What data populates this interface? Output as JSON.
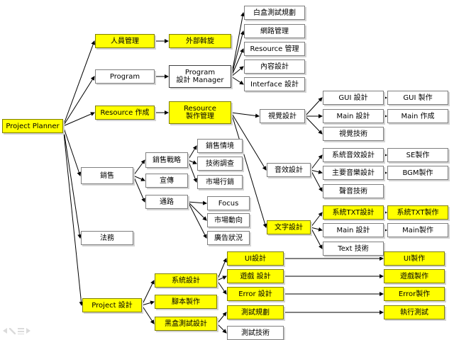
{
  "nodes": {
    "root": "Project Planner",
    "staff_mgmt": "人員管理",
    "outsourcing": "外部斡旋",
    "program": "Program",
    "program_design_manager": "Program\n設計 Manager",
    "white_box_test_plan": "白盒測試規劃",
    "network_mgmt": "網路管理",
    "resource_mgmt": "Resource 管理",
    "content_design": "內容設計",
    "interface_design": "Interface 設計",
    "resource_create": "Resource 作成",
    "resource_production_mgmt": "Resource\n製作管理",
    "visual_design": "視覺設計",
    "gui_design": "GUI 設計",
    "gui_production": "GUI 製作",
    "main_design_visual": "Main 設計",
    "main_create": "Main 作成",
    "visual_tech": "視覺技術",
    "sales": "銷售",
    "sales_strategy": "銷售戰略",
    "sales_info": "銷售情境",
    "tech_research": "技術調查",
    "market_sales": "市場行銷",
    "promotion": "宣傳",
    "channels": "通路",
    "focus": "Focus",
    "market_trends": "市場動向",
    "ad_status": "廣告狀況",
    "audio_design": "音效設計",
    "system_sfx_design": "系統音效設計",
    "se_production": "SE製作",
    "main_music_design": "主要音樂設計",
    "bgm_production": "BGM製作",
    "audio_tech": "聲音技術",
    "legal": "法務",
    "text_design": "文字設計",
    "system_txt_design": "系統TXT設計",
    "system_txt_production": "系統TXT製作",
    "main_design_text": "Main 設計",
    "main_production": "Main製作",
    "text_tech": "Text 技術",
    "project_design": "Project 設計",
    "system_design": "系統設計",
    "script_production": "腳本製作",
    "black_box_test_design": "黑盒測試設計",
    "ui_design": "UI設計",
    "ui_production": "UI製作",
    "game_design": "遊戲 設計",
    "game_production": "遊戲製作",
    "error_design": "Error 設計",
    "error_production": "Error製作",
    "test_plan": "測試規劃",
    "execute_test": "執行測試",
    "test_tech": "測試技術"
  },
  "colors": {
    "highlight": "#ffff00",
    "plain": "#ffffff",
    "edge": "#000000"
  },
  "highlighted": [
    "root",
    "staff_mgmt",
    "outsourcing",
    "resource_create",
    "resource_production_mgmt",
    "text_design",
    "system_txt_design",
    "system_txt_production",
    "project_design",
    "system_design",
    "script_production",
    "black_box_test_design",
    "ui_design",
    "ui_production",
    "game_design",
    "game_production",
    "error_design",
    "error_production",
    "test_plan",
    "execute_test"
  ],
  "edges": [
    [
      "root",
      "staff_mgmt"
    ],
    [
      "root",
      "program"
    ],
    [
      "root",
      "resource_create"
    ],
    [
      "root",
      "sales"
    ],
    [
      "root",
      "legal"
    ],
    [
      "root",
      "project_design"
    ],
    [
      "staff_mgmt",
      "outsourcing"
    ],
    [
      "program",
      "program_design_manager"
    ],
    [
      "program_design_manager",
      "white_box_test_plan"
    ],
    [
      "program_design_manager",
      "network_mgmt"
    ],
    [
      "program_design_manager",
      "resource_mgmt"
    ],
    [
      "program_design_manager",
      "content_design"
    ],
    [
      "program_design_manager",
      "interface_design"
    ],
    [
      "resource_create",
      "resource_production_mgmt"
    ],
    [
      "resource_production_mgmt",
      "visual_design"
    ],
    [
      "resource_production_mgmt",
      "audio_design"
    ],
    [
      "resource_production_mgmt",
      "text_design"
    ],
    [
      "visual_design",
      "gui_design"
    ],
    [
      "visual_design",
      "main_design_visual"
    ],
    [
      "visual_design",
      "visual_tech"
    ],
    [
      "gui_design",
      "gui_production"
    ],
    [
      "main_design_visual",
      "main_create"
    ],
    [
      "sales",
      "sales_strategy"
    ],
    [
      "sales",
      "promotion"
    ],
    [
      "sales",
      "channels"
    ],
    [
      "sales_strategy",
      "sales_info"
    ],
    [
      "sales_strategy",
      "tech_research"
    ],
    [
      "sales_strategy",
      "market_sales"
    ],
    [
      "channels",
      "focus"
    ],
    [
      "channels",
      "market_trends"
    ],
    [
      "channels",
      "ad_status"
    ],
    [
      "audio_design",
      "system_sfx_design"
    ],
    [
      "audio_design",
      "main_music_design"
    ],
    [
      "audio_design",
      "audio_tech"
    ],
    [
      "system_sfx_design",
      "se_production"
    ],
    [
      "main_music_design",
      "bgm_production"
    ],
    [
      "text_design",
      "system_txt_design"
    ],
    [
      "text_design",
      "main_design_text"
    ],
    [
      "text_design",
      "text_tech"
    ],
    [
      "system_txt_design",
      "system_txt_production"
    ],
    [
      "main_design_text",
      "main_production"
    ],
    [
      "project_design",
      "system_design"
    ],
    [
      "project_design",
      "script_production"
    ],
    [
      "project_design",
      "black_box_test_design"
    ],
    [
      "system_design",
      "ui_design"
    ],
    [
      "system_design",
      "game_design"
    ],
    [
      "system_design",
      "error_design"
    ],
    [
      "black_box_test_design",
      "test_plan"
    ],
    [
      "black_box_test_design",
      "test_tech"
    ],
    [
      "ui_design",
      "ui_production"
    ],
    [
      "game_design",
      "game_production"
    ],
    [
      "error_design",
      "error_production"
    ],
    [
      "test_plan",
      "execute_test"
    ]
  ]
}
